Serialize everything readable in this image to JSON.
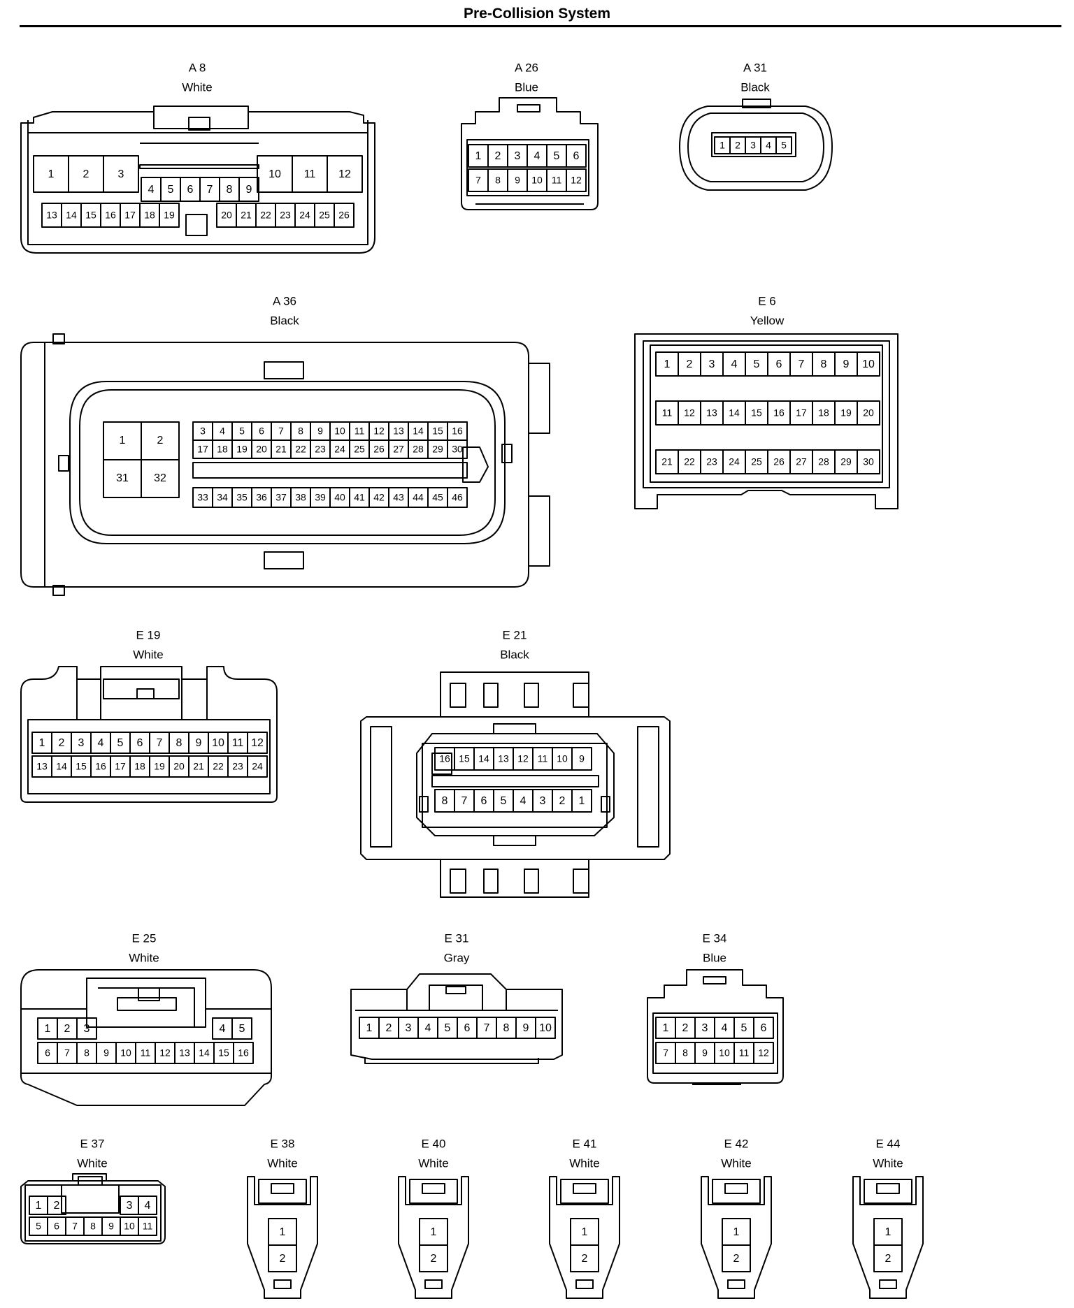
{
  "title": "Pre-Collision System",
  "connectors": [
    {
      "id": "A8",
      "code": "A 8",
      "color": "White"
    },
    {
      "id": "A26",
      "code": "A 26",
      "color": "Blue"
    },
    {
      "id": "A31",
      "code": "A 31",
      "color": "Black"
    },
    {
      "id": "A36",
      "code": "A 36",
      "color": "Black"
    },
    {
      "id": "E6",
      "code": "E 6",
      "color": "Yellow"
    },
    {
      "id": "E19",
      "code": "E 19",
      "color": "White"
    },
    {
      "id": "E21",
      "code": "E 21",
      "color": "Black"
    },
    {
      "id": "E25",
      "code": "E 25",
      "color": "White"
    },
    {
      "id": "E31",
      "code": "E 31",
      "color": "Gray"
    },
    {
      "id": "E34",
      "code": "E 34",
      "color": "Blue"
    },
    {
      "id": "E37",
      "code": "E 37",
      "color": "White"
    },
    {
      "id": "E38",
      "code": "E 38",
      "color": "White"
    },
    {
      "id": "E40",
      "code": "E 40",
      "color": "White"
    },
    {
      "id": "E41",
      "code": "E 41",
      "color": "White"
    },
    {
      "id": "E42",
      "code": "E 42",
      "color": "White"
    },
    {
      "id": "E44",
      "code": "E 44",
      "color": "White"
    }
  ]
}
